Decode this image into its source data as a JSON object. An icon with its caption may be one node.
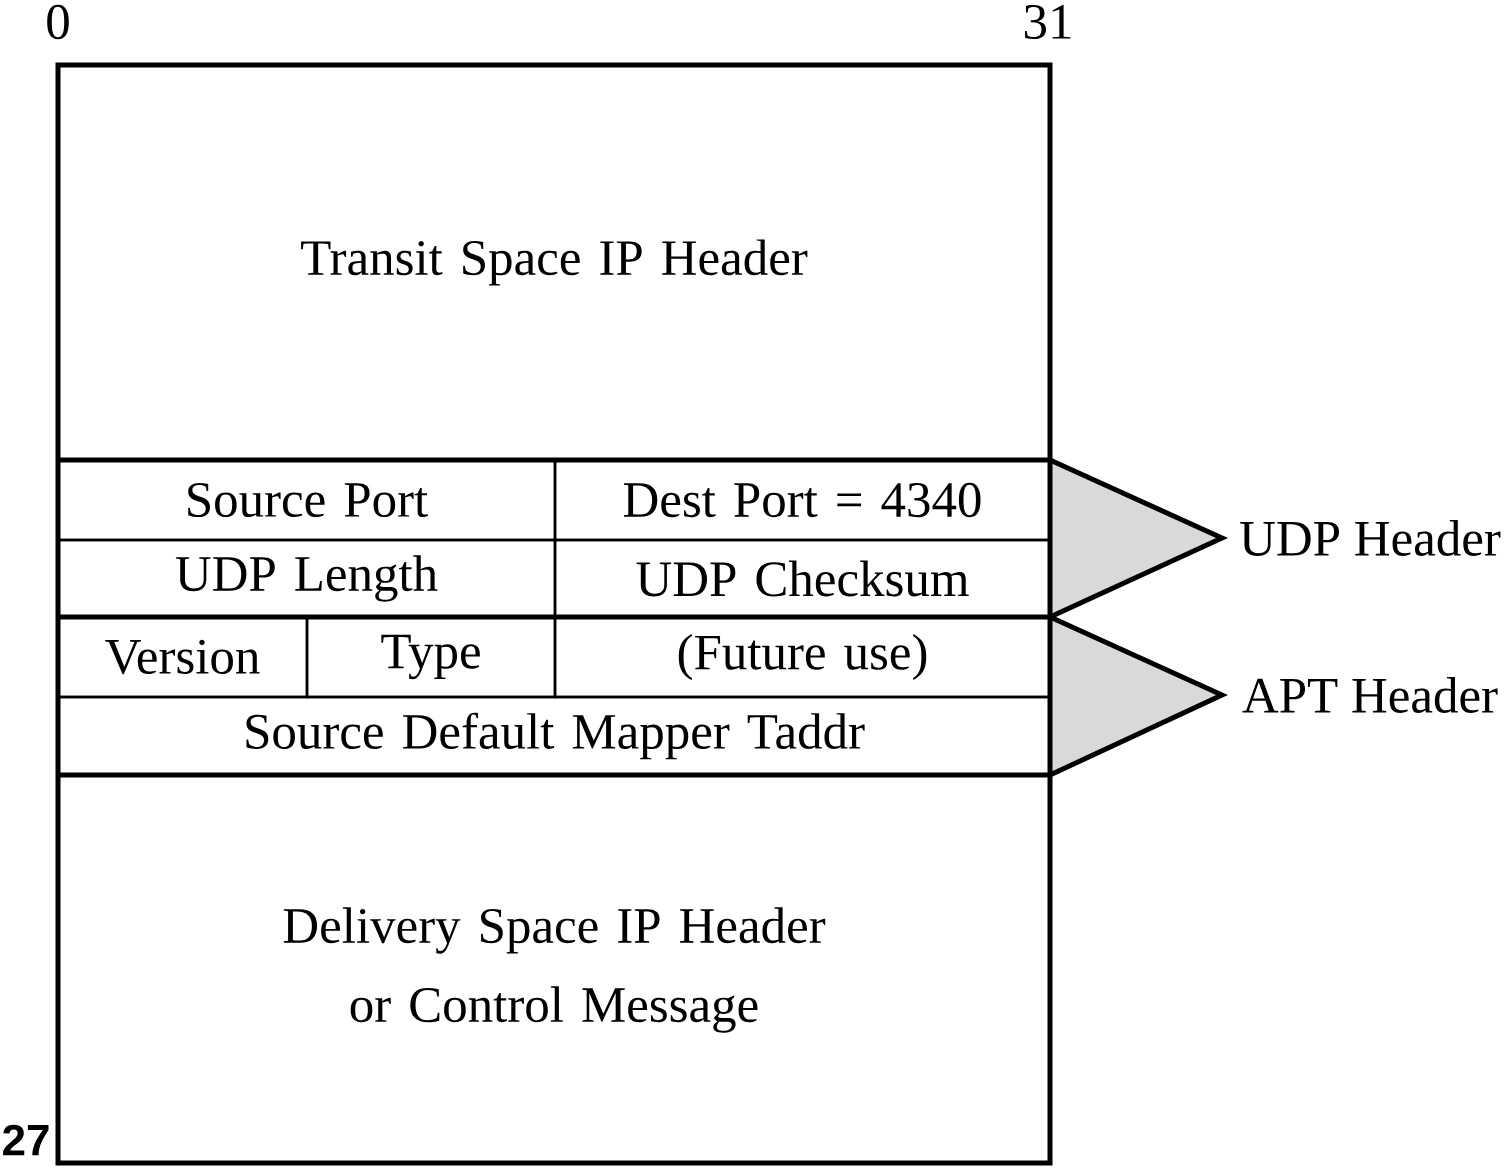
{
  "diagram": {
    "nodes": [
      {
        "text": [
          "Transit Space IP Header"
        ]
      },
      {
        "text": [
          "Source Port"
        ]
      },
      {
        "text": [
          "Dest Port = 4340"
        ]
      },
      {
        "text": [
          "UDP Length"
        ]
      },
      {
        "text": [
          "UDP Checksum"
        ]
      },
      {
        "text": [
          "Version"
        ]
      },
      {
        "text": [
          "Type"
        ]
      },
      {
        "text": [
          "(Future use)"
        ]
      },
      {
        "text": [
          "Source Default Mapper Taddr"
        ]
      },
      {
        "text": [
          "Delivery Space IP Header or Control Message"
        ]
      }
    ],
    "labels": [
      "0",
      "31",
      "UDP Header",
      "APT Header",
      "27"
    ]
  }
}
